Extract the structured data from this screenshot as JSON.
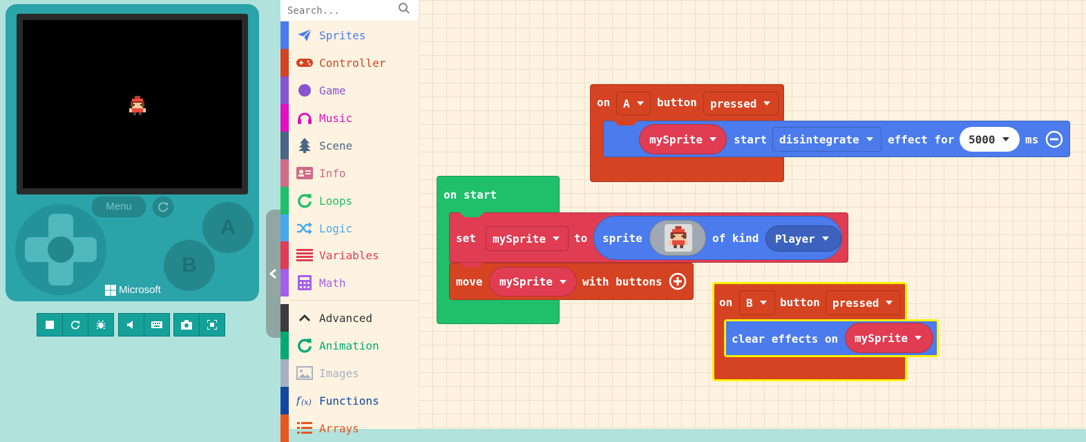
{
  "simulator": {
    "menu_label": "Menu",
    "button_a": "A",
    "button_b": "B",
    "brand": "Microsoft",
    "toolbar_icons": [
      "stop-icon",
      "restart-icon",
      "debug-icon",
      "mute-icon",
      "keyboard-icon",
      "screenshot-icon",
      "fullscreen-icon"
    ]
  },
  "toolbox": {
    "search_placeholder": "Search...",
    "categories": [
      {
        "label": "Sprites",
        "color": "#4b7bec",
        "icon": "paper-plane-icon"
      },
      {
        "label": "Controller",
        "color": "#d54322",
        "icon": "gamepad-icon"
      },
      {
        "label": "Game",
        "color": "#8854d0",
        "icon": "circle-icon"
      },
      {
        "label": "Music",
        "color": "#e30fc0",
        "icon": "headphones-icon"
      },
      {
        "label": "Scene",
        "color": "#4b6584",
        "icon": "tree-icon"
      },
      {
        "label": "Info",
        "color": "#cf6a87",
        "icon": "id-card-icon"
      },
      {
        "label": "Loops",
        "color": "#20bf6b",
        "icon": "loop-icon"
      },
      {
        "label": "Logic",
        "color": "#45aaf2",
        "icon": "shuffle-icon"
      },
      {
        "label": "Variables",
        "color": "#e03c52",
        "icon": "list-icon"
      },
      {
        "label": "Math",
        "color": "#a55eea",
        "icon": "calculator-icon"
      },
      {
        "label": "Advanced",
        "color": "#3c3c3c",
        "icon": "chevron-up-icon"
      },
      {
        "label": "Animation",
        "color": "#03aa74",
        "icon": "animation-icon"
      },
      {
        "label": "Images",
        "color": "#a5b1c2",
        "icon": "image-icon"
      },
      {
        "label": "Functions",
        "color": "#1446a0",
        "icon": "function-icon"
      },
      {
        "label": "Arrays",
        "color": "#e65722",
        "icon": "array-icon"
      }
    ]
  },
  "workspace": {
    "block_a": {
      "on": "on",
      "key": "A",
      "button": "button",
      "event": "pressed"
    },
    "effect": {
      "var": "mySprite",
      "start": "start",
      "effect": "disintegrate",
      "for": "effect for",
      "ms_value": "5000",
      "ms": "ms"
    },
    "on_start": {
      "label": "on start"
    },
    "set_block": {
      "set": "set",
      "var": "mySprite",
      "to": "to",
      "sprite": "sprite",
      "of_kind": "of kind",
      "kind": "Player"
    },
    "move_block": {
      "move": "move",
      "var": "mySprite",
      "with_buttons": "with buttons"
    },
    "block_b": {
      "on": "on",
      "key": "B",
      "button": "button",
      "event": "pressed"
    },
    "clear_block": {
      "label": "clear effects on",
      "var": "mySprite"
    }
  },
  "colors": {
    "controller": "#d54322",
    "sprites_block": "#4b7bec",
    "loops": "#20bf6b",
    "variables": "#e03c52",
    "highlight": "#fff200"
  }
}
